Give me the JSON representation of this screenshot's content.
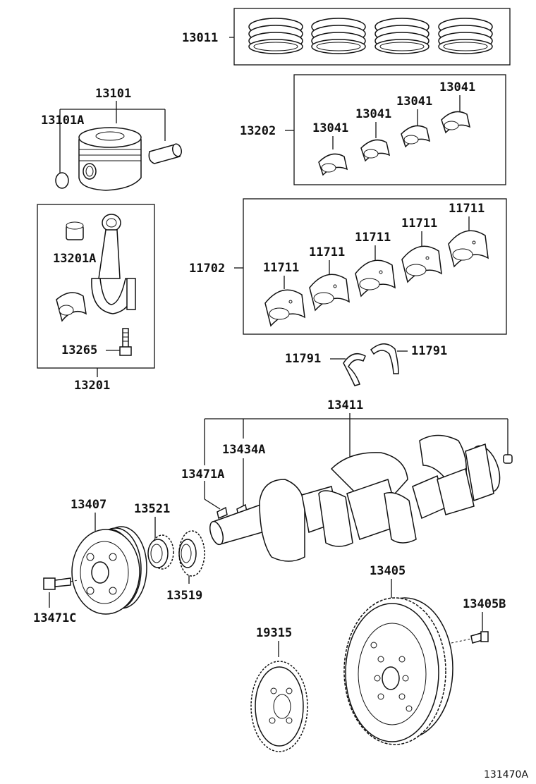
{
  "labels": {
    "piston_ring_set": "13011",
    "piston_sub_assy": "13101",
    "piston_pin_snap_ring": "13101A",
    "conrod_bearing_set": "13202",
    "conrod_bearing_1": "13041",
    "conrod_bearing_2": "13041",
    "conrod_bearing_3": "13041",
    "conrod_bearing_4": "13041",
    "conrod_bushing": "13201A",
    "conrod_bolt": "13265",
    "conrod_sub_assy": "13201",
    "crank_bearing_set": "11702",
    "crank_bearing_1": "11711",
    "crank_bearing_2": "11711",
    "crank_bearing_3": "11711",
    "crank_bearing_4": "11711",
    "crank_bearing_5": "11711",
    "thrust_washer_left": "11791",
    "thrust_washer_right": "11791",
    "crankshaft": "13411",
    "crank_key_a": "13434A",
    "crank_key_b": "13471A",
    "crank_pulley": "13407",
    "timing_sprocket": "13521",
    "pulley_bolt": "13471C",
    "crank_position_plate": "13519",
    "flywheel": "13405",
    "flywheel_bolt": "13405B",
    "signal_rotor": "19315",
    "diagram_id": "131470A"
  }
}
